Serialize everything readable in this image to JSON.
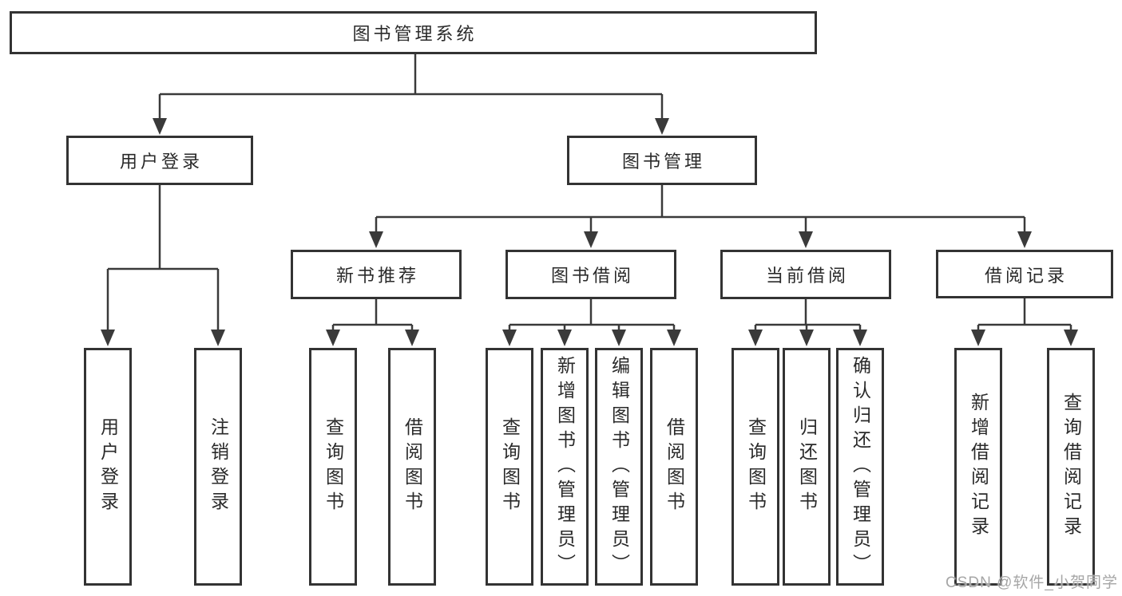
{
  "diagram": {
    "root": {
      "label": "图书管理系统"
    },
    "level2": [
      {
        "label": "用户登录"
      },
      {
        "label": "图书管理"
      }
    ],
    "level3": [
      {
        "label": "新书推荐"
      },
      {
        "label": "图书借阅"
      },
      {
        "label": "当前借阅"
      },
      {
        "label": "借阅记录"
      }
    ],
    "leaves": [
      {
        "parent": "用户登录",
        "label": "用户登录"
      },
      {
        "parent": "用户登录",
        "label": "注销登录"
      },
      {
        "parent": "新书推荐",
        "label": "查询图书"
      },
      {
        "parent": "新书推荐",
        "label": "借阅图书"
      },
      {
        "parent": "图书借阅",
        "label": "查询图书"
      },
      {
        "parent": "图书借阅",
        "label": "新增图书（管理员）"
      },
      {
        "parent": "图书借阅",
        "label": "编辑图书（管理员）"
      },
      {
        "parent": "图书借阅",
        "label": "借阅图书"
      },
      {
        "parent": "当前借阅",
        "label": "查询图书"
      },
      {
        "parent": "当前借阅",
        "label": "归还图书"
      },
      {
        "parent": "当前借阅",
        "label": "确认归还（管理员）"
      },
      {
        "parent": "借阅记录",
        "label": "新增借阅记录"
      },
      {
        "parent": "借阅记录",
        "label": "查询借阅记录"
      }
    ]
  },
  "watermark": {
    "text": "CSDN @软件_小贺同学"
  },
  "colors": {
    "line": "#3a3a3a",
    "box_border": "#333333",
    "text": "#2a2a2a",
    "watermark": "#a6a6a6",
    "background": "#ffffff"
  }
}
